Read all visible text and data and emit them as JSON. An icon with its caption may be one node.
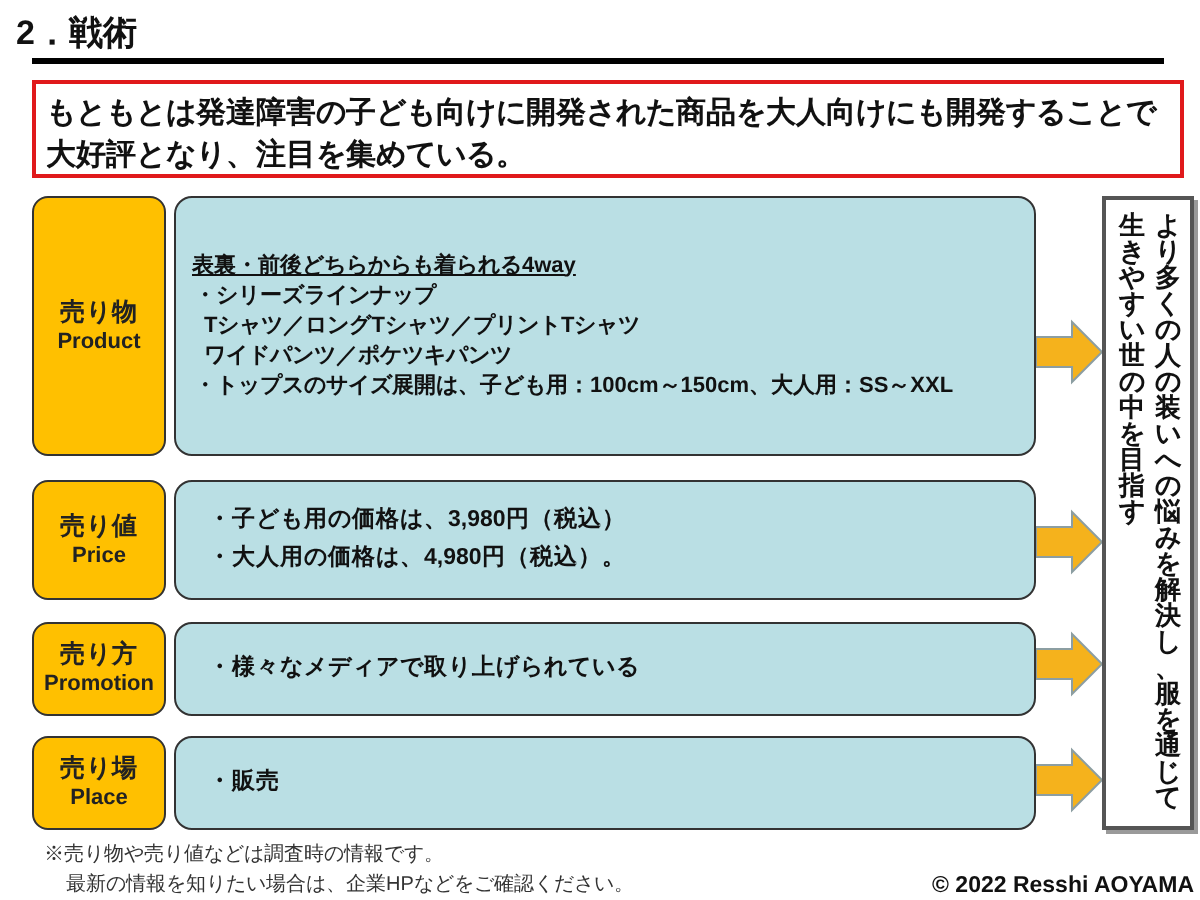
{
  "diagram": {
    "title": "2．戦術",
    "nodes": [
      {
        "text": [
          "もともとは発達障害の子ども向けに開発された商品を大人向けにも開発することで大好評となり、注目を集めている。"
        ]
      },
      {
        "text": [
          "売り物",
          "Product"
        ]
      },
      {
        "text": [
          "表裏・前後どちらからも着られる4way",
          "・シリーズラインナップ",
          "Tシャツ／ロングTシャツ／プリントTシャツ",
          "ワイドパンツ／ポケツキパンツ",
          "・トップスのサイズ展開は、子ども用：100cm～150cm、大人用：SS～XXL"
        ]
      },
      {
        "text": [
          "売り値",
          "Price"
        ]
      },
      {
        "text": [
          "・子ども用の価格は、3,980円（税込）",
          "・大人用の価格は、4,980円（税込）。"
        ]
      },
      {
        "text": [
          "売り方",
          "Promotion"
        ]
      },
      {
        "text": [
          "・様々なメディアで取り上げられている"
        ]
      },
      {
        "text": [
          "売り場",
          "Place"
        ]
      },
      {
        "text": [
          "・販売"
        ]
      },
      {
        "text": [
          "より多くの人の装いへの悩みを解決し、服を通じて生きやすい世の中を目指す"
        ]
      }
    ],
    "edges": [
      {
        "from": 2,
        "to": 9,
        "arrow": "to"
      },
      {
        "from": 4,
        "to": 9,
        "arrow": "to"
      },
      {
        "from": 6,
        "to": 9,
        "arrow": "to"
      },
      {
        "from": 8,
        "to": 9,
        "arrow": "to"
      }
    ],
    "labels": [
      "※売り物や売り値などは調査時の情報です。",
      "最新の情報を知りたい場合は、企業HPなどをご確認ください。",
      "© 2022 Resshi AOYAMA"
    ]
  }
}
